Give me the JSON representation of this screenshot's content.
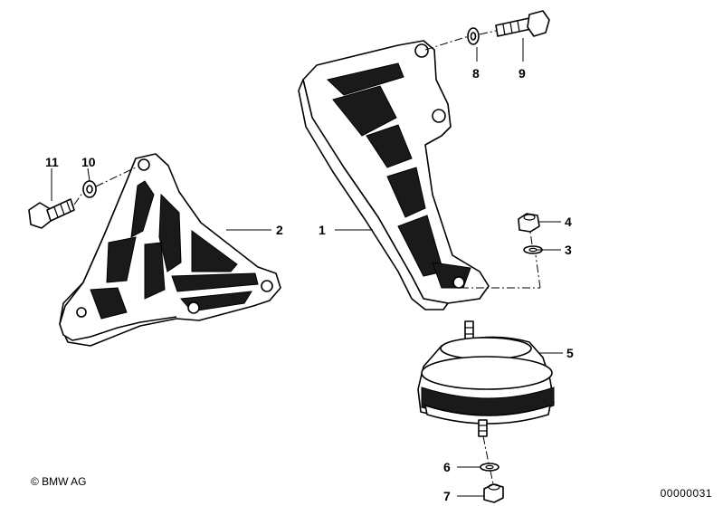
{
  "callouts": {
    "c1": "1",
    "c2": "2",
    "c3": "3",
    "c4": "4",
    "c5": "5",
    "c6": "6",
    "c7": "7",
    "c8": "8",
    "c9": "9",
    "c10": "10",
    "c11": "11"
  },
  "footer": {
    "copyright": "© BMW AG",
    "diagram_id": "00000031"
  }
}
